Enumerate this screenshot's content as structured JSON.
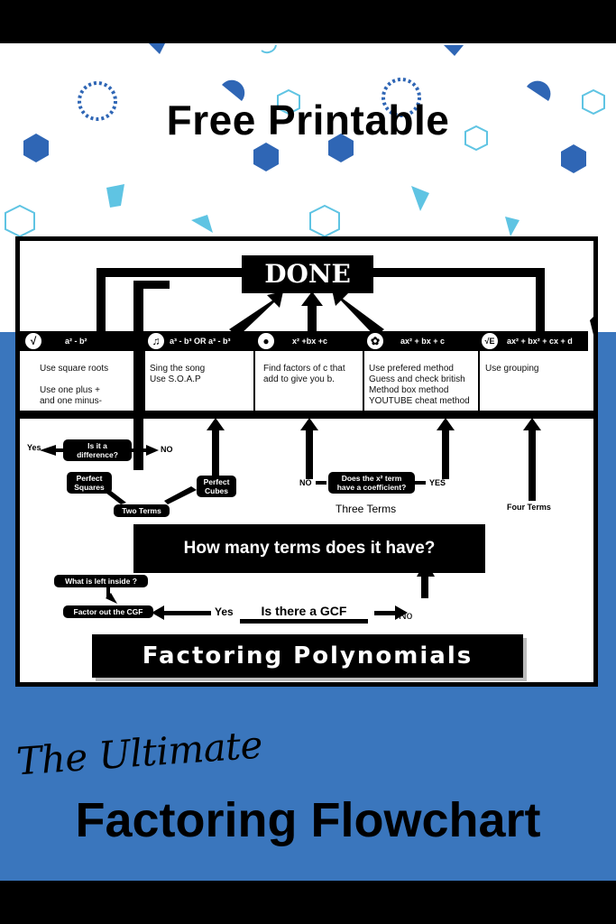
{
  "header": {
    "title": "Free Printable"
  },
  "flowchart": {
    "done_label": "DONE",
    "columns": [
      {
        "formula": "a² - b²",
        "icon": "√",
        "lines": "Use square roots\n\nUse one plus +\nand one minus-"
      },
      {
        "formula": "a³ - b³ OR a³ - b³",
        "icon": "♫",
        "lines": "Sing the song\nUse S.O.A.P"
      },
      {
        "formula": "x² +bx +c",
        "icon": "●",
        "lines": "Find factors of c that\nadd to give you b."
      },
      {
        "formula": "ax² + bx + c",
        "icon": "✿",
        "lines": "Use prefered method\nGuess and check british\nMethod box method\nYOUTUBE cheat method"
      },
      {
        "formula": "ax² + bx² + cx + d",
        "icon": "√E",
        "lines": "Use grouping"
      }
    ],
    "two_terms": {
      "yes": "Yes",
      "question": "Is it a difference?",
      "no": "NO",
      "perfect_squares": "Perfect Squares",
      "perfect_cubes": "Perfect Cubes",
      "label": "Two Terms"
    },
    "three_terms": {
      "no": "NO",
      "question": "Does the x² term have a coefficient?",
      "yes": "YES",
      "label": "Three Terms"
    },
    "four_terms": {
      "label": "Four Terms"
    },
    "main_question": "How many terms does it have?",
    "gcf": {
      "what_left": "What is left inside ?",
      "factor_out": "Factor out the CGF",
      "yes": "Yes",
      "question": "Is there a GCF",
      "no": "No"
    },
    "banner": "Factoring Polynomials"
  },
  "footer": {
    "script_line": "The Ultimate",
    "title": "Factoring Flowchart"
  }
}
